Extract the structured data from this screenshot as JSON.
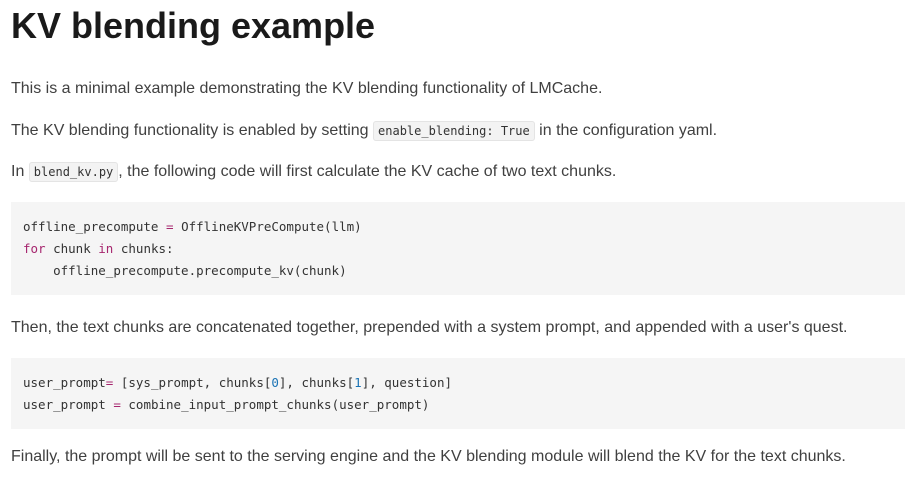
{
  "title": "KV blending example",
  "intro": "This is a minimal example demonstrating the KV blending functionality of LMCache.",
  "config": {
    "before": "The KV blending functionality is enabled by setting ",
    "code": "enable_blending: True",
    "after": " in the configuration yaml."
  },
  "blend": {
    "before": "In ",
    "code": "blend_kv.py",
    "after": ", the following code will first calculate the KV cache of two text chunks."
  },
  "code1": {
    "l1_a": "offline_precompute",
    "l1_op": "=",
    "l1_b": "OfflineKVPreCompute(llm)",
    "l2_kw1": "for",
    "l2_a": "chunk",
    "l2_kw2": "in",
    "l2_b": "chunks:",
    "l3": "offline_precompute.precompute_kv(chunk)"
  },
  "concat_text": "Then, the text chunks are concatenated together, prepended with a system prompt, and appended with a user's quest.",
  "code2": {
    "l1_a": "user_prompt",
    "l1_op": "=",
    "l1_b": "[sys_prompt, chunks[",
    "l1_n0": "0",
    "l1_c": "], chunks[",
    "l1_n1": "1",
    "l1_d": "], question]",
    "l2_a": "user_prompt",
    "l2_op": "=",
    "l2_b": "combine_input_prompt_chunks(user_prompt)"
  },
  "final_text": "Finally, the prompt will be sent to the serving engine and the KV blending module will blend the KV for the text chunks."
}
